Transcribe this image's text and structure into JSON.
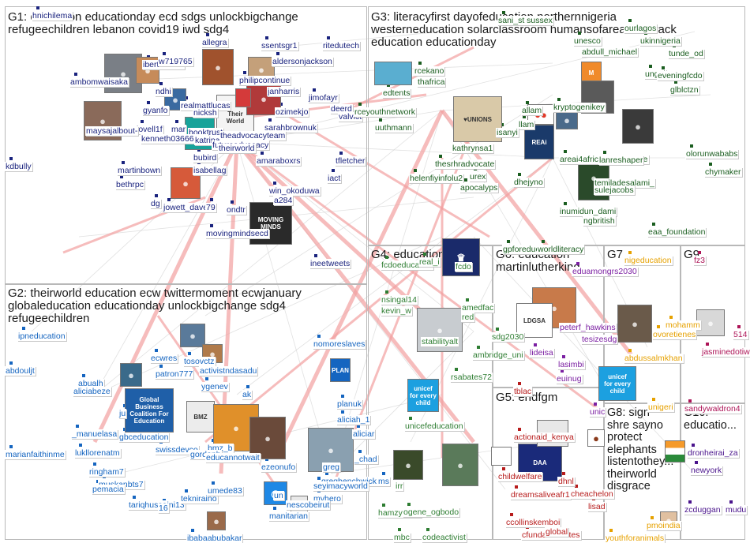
{
  "colors": {
    "g1": "#1a237e",
    "g2": "#1565c0",
    "g3": "#1b5e20",
    "g4": "#2e7d32",
    "g5": "#b71c1c",
    "g6": "#7b1fa2",
    "g7": "#e6a100",
    "g8": "#558b2f",
    "g9": "#ad1457",
    "g10": "#4a148c",
    "edge_strong": "#f2a0a0",
    "edge_grey": "#c8c8c8"
  },
  "groups": {
    "g1": {
      "title": "G1: education educationday ecd sdgs unlockbigchange\nrefugeechildren lebanon covid19 iwd sdg4"
    },
    "g2": {
      "title": "G2: theirworld education ecw twittermoment ecwjanuary\nglobaleducation educationday unlockbigchange sdg4\nrefugeechildren"
    },
    "g3": {
      "title": "G3: literacyfirst dayofeducation northernnigeria\nwesterneducation solarclassroom humansofareai fasttrack\neducation educationday"
    },
    "g4": {
      "title": "G4: education"
    },
    "g5": {
      "title": "G5: endfgm"
    },
    "g6": {
      "title": "G6: education\nmartinlutherking"
    },
    "g7": {
      "title": "G7"
    },
    "g8": {
      "title": "G8: sign\nshre sayno\nprotect\nelephants\nlistentothey...\ntheirworld\ndisgrace"
    },
    "g9": {
      "title": "G9"
    },
    "g10": {
      "title": "G10:\neducatio..."
    }
  },
  "nodes": {
    "g1": [
      "hnichilema",
      "allegra",
      "iberthomas",
      "w719765",
      "ambomwaisaka",
      "gyanfo",
      "lovell1f",
      "maysajalbout-",
      "kdbully",
      "martinbown",
      "bethrpc",
      "dg",
      "realmattlucas",
      "nicksh",
      "mar",
      "booktrust",
      "kenneth03666836",
      "katrinacharman",
      "bubird",
      "isabellag",
      "jowett_dave",
      "79",
      "ondtr",
      "movingmindsecd",
      "philipcontinue",
      "janharris",
      "jimofayr",
      "deerd",
      "ssentsgr1",
      "ritedutech",
      "aldersonjackson",
      "ozimekjo",
      "sarahbrownuk",
      "theadvocacyteam",
      "futureadvocacy",
      "theirworld",
      "amaraboxrs",
      "tfletcher",
      "iact",
      "win_okoduwa",
      "a284",
      "ineetweets",
      "ndhi",
      "valvict"
    ],
    "g2": [
      "ipneducation",
      "abdouljt",
      "marianfaithinme",
      "abualh",
      "aliciabeze",
      "ju",
      "_manuelasa",
      "lukllorenatm",
      "gbceducation",
      "swissdevco",
      "ringham7",
      "muskanbts7",
      "pemacia",
      "tariqhussaini13",
      "ecwres",
      "tosovctz",
      "patron777",
      "activistndasadu",
      "ygenev",
      "ak",
      "bmz_b",
      "gordonb",
      "educannotwait",
      "ezeonufo",
      "greg",
      "gregbenchwick",
      "seyimacyworld",
      "myhero",
      "nescobeirut",
      "manitarian",
      "ibabaabubakar",
      "16",
      "tekniraino",
      "umede83",
      "un",
      "nomoreslaves",
      "planuk",
      "aliciah_1",
      "aliciar",
      "_chad",
      "ms"
    ],
    "g3": [
      "sani_st sussex",
      "unesco",
      "ourlagos",
      "ukinnigeria",
      "abdull_michael",
      "tunde_od",
      "ungei",
      "eveningfcdo",
      "glblctzn",
      "rcekano",
      "thafrica",
      "edtents",
      "rceyouthnetwork",
      "uuthmann",
      "kryptogenikey",
      "kathrynsa1",
      "allam",
      "llam",
      "isanyi",
      "thesrhradvocate",
      "helenfiyinfolu2",
      "urex",
      "apocalyps",
      "dhejyno",
      "areai4africanewsupdate",
      "lanreshaper",
      "temiladesalami_",
      "olorunwababs",
      "chymaker",
      "inumidun_dami",
      "eaa_foundation",
      "ngbritish",
      "gpforeducation",
      "worldliteracy",
      "sulejacobs"
    ],
    "g4": [
      "fcdoeducation",
      "real_i",
      "fcdo",
      "nsingal14",
      "kevin_w",
      "amedfac",
      "red",
      "sdg2030",
      "stabilityalt",
      "ambridge_uni",
      "rsabates72",
      "unicefeducation",
      "hamzycode",
      "mbc",
      "codeactivist",
      "ogene_ogbodo",
      "irr"
    ],
    "g5": [
      "tblac",
      "actionaid_kenya",
      "childwelfare",
      "dreamsaliveafr1",
      "dhnl",
      "cheachelon",
      "lisad",
      "ccollinskemboi",
      "cfundadvocates",
      "global"
    ],
    "g6": [
      "eduamongrs2030",
      "peterf_hawkins",
      "lideisa",
      "lasimbi",
      "tesizesdg",
      "euinug",
      "unic"
    ],
    "g7": [
      "nigeducation",
      "mohamm",
      "ovoretienes",
      "abdussalmkhan",
      "unigeri",
      "youthforanimals",
      "pmoindia"
    ],
    "g9": [
      "fz3",
      "514",
      "jasminedotiwala",
      "sandywaldron4"
    ],
    "g10": [
      "dronheirai_za",
      "newyork",
      "zcduggan",
      "mudu"
    ]
  },
  "avatars": [
    {
      "group": "g1",
      "icon": "person-photo-icon",
      "color": "#7a7f86"
    },
    {
      "group": "g1",
      "icon": "person-photo-icon",
      "color": "#c68b5a"
    },
    {
      "group": "g1",
      "icon": "person-photo-icon",
      "color": "#a0522d"
    },
    {
      "group": "g1",
      "icon": "person-photo-icon",
      "color": "#c4a07a"
    },
    {
      "group": "g1",
      "icon": "person-photo-icon",
      "color": "#3a6aa0"
    },
    {
      "group": "g1",
      "icon": "booktrust-logo-icon",
      "color": "#19a39a"
    },
    {
      "group": "g1",
      "icon": "theirworld-logo-icon",
      "color": "#f4f4f4",
      "text": "Their\nWorld"
    },
    {
      "group": "g1",
      "icon": "person-photo-icon",
      "color": "#b03a3a"
    },
    {
      "group": "g1",
      "icon": "person-photo-icon",
      "color": "#d65a3a"
    },
    {
      "group": "g1",
      "icon": "moving-minds-logo-icon",
      "color": "#2a2a2a",
      "text": "MOVING\nMINDS"
    },
    {
      "group": "g1",
      "icon": "person-photo-icon",
      "color": "#8a6a5a"
    },
    {
      "group": "g1",
      "icon": "flag-icon",
      "color": "#d43a3a"
    },
    {
      "group": "g2",
      "icon": "person-photo-icon",
      "color": "#5a7a9a"
    },
    {
      "group": "g2",
      "icon": "person-photo-icon",
      "color": "#3a6a8a"
    },
    {
      "group": "g2",
      "icon": "gbc-logo-icon",
      "color": "#1f5fa8",
      "text": "Global Business\nCoalition For\nEducation"
    },
    {
      "group": "g2",
      "icon": "bmz-logo-icon",
      "color": "#ececec",
      "text": "BMZ"
    },
    {
      "group": "g2",
      "icon": "person-photo-icon",
      "color": "#e0902a"
    },
    {
      "group": "g2",
      "icon": "person-photo-icon",
      "color": "#6a4a3a"
    },
    {
      "group": "g2",
      "icon": "person-photo-icon",
      "color": "#8aa0b0"
    },
    {
      "group": "g2",
      "icon": "un-logo-icon",
      "color": "#1e88e5"
    },
    {
      "group": "g2",
      "icon": "unesco-logo-icon",
      "color": "#e8e8e8"
    },
    {
      "group": "g2",
      "icon": "plan-logo-icon",
      "color": "#1565c0",
      "text": "PLAN"
    },
    {
      "group": "g2",
      "icon": "person-photo-icon",
      "color": "#b07a4a"
    },
    {
      "group": "g2",
      "icon": "person-photo-icon",
      "color": "#9a6a4a"
    },
    {
      "group": "g3",
      "icon": "unions-logo-icon",
      "color": "#d9c9a8",
      "text": "♥UNIONS"
    },
    {
      "group": "g3",
      "icon": "edtents-logo-icon",
      "color": "#5aaed0"
    },
    {
      "group": "g3",
      "icon": "m-logo-icon",
      "color": "#f08a2a",
      "text": "M"
    },
    {
      "group": "g3",
      "icon": "mastercard-logo-icon",
      "color": "#ffffff"
    },
    {
      "group": "g3",
      "icon": "building-photo-icon",
      "color": "#5a5a5a"
    },
    {
      "group": "g3",
      "icon": "reai-logo-icon",
      "color": "#1a3a6a",
      "text": "REAi"
    },
    {
      "group": "g3",
      "icon": "person-photo-icon",
      "color": "#3a3a3a"
    },
    {
      "group": "g3",
      "icon": "person-photo-icon",
      "color": "#2a4a2a"
    },
    {
      "group": "g3",
      "icon": "person-photo-icon",
      "color": "#4a6a8a"
    },
    {
      "group": "g4",
      "icon": "fcdo-crest-icon",
      "color": "#1a2a6a"
    },
    {
      "group": "g4",
      "icon": "default-avatar-icon",
      "color": "#c8ccd0"
    },
    {
      "group": "g4",
      "icon": "unicef-logo-icon",
      "color": "#1ca0e0",
      "text": "unicef\nfor every child"
    },
    {
      "group": "g4",
      "icon": "person-photo-icon",
      "color": "#3a4a2a"
    },
    {
      "group": "g4",
      "icon": "person-photo-icon",
      "color": "#5a7a5a"
    },
    {
      "group": "g5",
      "icon": "daa-logo-icon",
      "color": "#1a2a7a",
      "text": "DAA"
    },
    {
      "group": "g5",
      "icon": "person-photo-icon",
      "color": "#e8e8e8"
    },
    {
      "group": "g5",
      "icon": "drop-logo-icon",
      "color": "#ffffff"
    },
    {
      "group": "g5",
      "icon": "childwelfare-logo-icon",
      "color": "#ffffff"
    },
    {
      "group": "g6",
      "icon": "person-photo-icon",
      "color": "#c87a4a"
    },
    {
      "group": "g6",
      "icon": "ldgsa-logo-icon",
      "color": "#ffffff",
      "text": "LDGSA"
    },
    {
      "group": "g6",
      "icon": "unicef-logo-icon",
      "color": "#1ca0e0",
      "text": "unicef\nfor every child"
    },
    {
      "group": "g7",
      "icon": "person-photo-icon",
      "color": "#6a5a4a"
    },
    {
      "group": "g8",
      "icon": "india-flag-icon",
      "color": "#ffffff"
    },
    {
      "group": "g8",
      "icon": "person-photo-icon",
      "color": "#e0c0a0"
    },
    {
      "group": "g9",
      "icon": "person-photo-icon",
      "color": "#d8d8d8"
    }
  ]
}
